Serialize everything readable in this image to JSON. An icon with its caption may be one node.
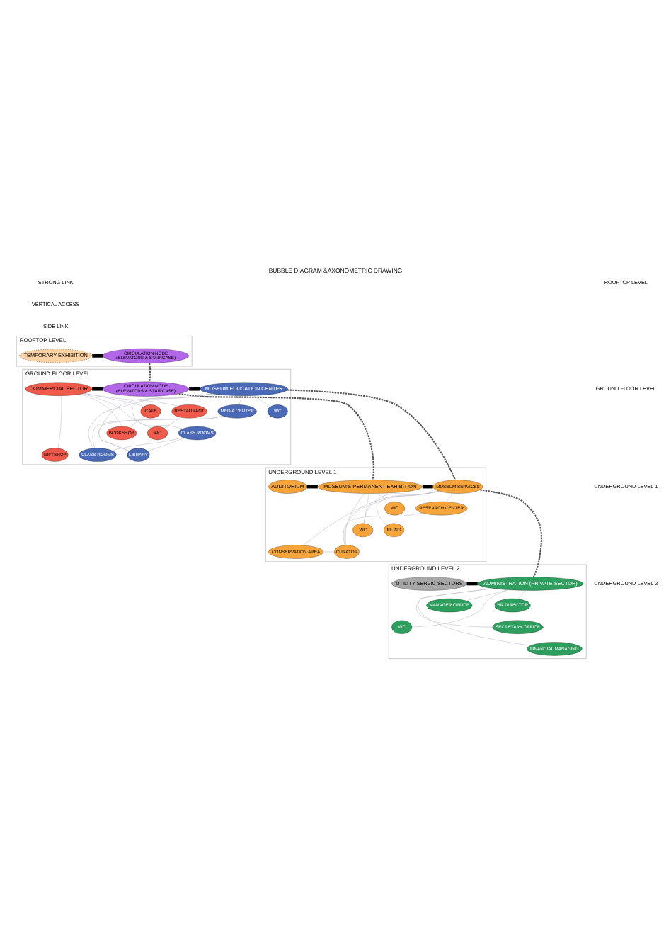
{
  "diagram": {
    "title": "BUBBLE DIAGRAM &AXONOMETRIC DRAWING",
    "nodes": [
      {
        "text": [
          "ROOFTOP LEVEL"
        ]
      },
      {
        "text": [
          "TEMPORARY EXHIBITION"
        ],
        "in": 0
      },
      {
        "text": [
          "CIRCULATION NODE",
          "(ELEVATORS & STAIRCASE)"
        ],
        "in": 0
      },
      {
        "text": [
          "GROUND FLOOR LEVEL"
        ]
      },
      {
        "text": [
          "CAFE"
        ],
        "in": 3
      },
      {
        "text": [
          "BOOKSHOP"
        ],
        "in": 3
      },
      {
        "text": [
          "GIFTSHOP"
        ],
        "in": 3
      },
      {
        "text": [
          "RESTAURANT"
        ],
        "in": 3
      },
      {
        "text": [
          "WC"
        ],
        "in": 3
      },
      {
        "text": [
          "COMMERCIAL SECTOR"
        ],
        "in": 3
      },
      {
        "text": [
          "CIRCULATION NODE",
          "(ELEVATORS & STAIRCASE)"
        ],
        "in": 3
      },
      {
        "text": [
          "CLASS ROOMS"
        ],
        "in": 3
      },
      {
        "text": [
          "MEDIA CENTER"
        ],
        "in": 3
      },
      {
        "text": [
          "CLASS ROOMS"
        ],
        "in": 3
      },
      {
        "text": [
          "MUSEUM EDUCATION CENTER"
        ],
        "in": 3
      },
      {
        "text": [
          "LIBRARY"
        ],
        "in": 3
      },
      {
        "text": [
          "WC"
        ],
        "in": 3
      },
      {
        "text": [
          "UNDERGROUND LEVEL 1"
        ]
      },
      {
        "text": [
          "AUDITORIUM"
        ],
        "in": 17
      },
      {
        "text": [
          "WC"
        ],
        "in": 17
      },
      {
        "text": [
          "MUSEUM'S PERMANENT EXHIBITION"
        ],
        "in": 17
      },
      {
        "text": [
          "WC"
        ],
        "in": 17
      },
      {
        "text": [
          "MUSEUM SERVICES"
        ],
        "in": 17
      },
      {
        "text": [
          "CONSERVATION AREA"
        ],
        "in": 17
      },
      {
        "text": [
          "RESEARCH CENTER"
        ],
        "in": 17
      },
      {
        "text": [
          "FILING"
        ],
        "in": 17
      },
      {
        "text": [
          "CURATOR"
        ],
        "in": 17
      },
      {
        "text": [
          "UNDERGROUND LEVEL 2"
        ]
      },
      {
        "text": [
          "UTILITY SERVIC SECTORS"
        ],
        "in": 27
      },
      {
        "text": [
          "ADMINISTRATION (PRIVATE SECTOR)"
        ],
        "in": 27
      },
      {
        "text": [
          "MANAGER OFFICE"
        ],
        "in": 27
      },
      {
        "text": [
          "SECRETARY OFFICE"
        ],
        "in": 27
      },
      {
        "text": [
          "FINANCIAL MANAGING"
        ],
        "in": 27
      },
      {
        "text": [
          "HR DIRECTOR"
        ],
        "in": 27
      },
      {
        "text": [
          "WC"
        ],
        "in": 27
      }
    ],
    "edges": [
      {
        "from": 1,
        "to": 2,
        "arrow": "none",
        "style": "thick",
        "color": "#000000"
      },
      {
        "from": 2,
        "to": 10,
        "arrow": "none",
        "style": "dashed",
        "color": "#555555"
      },
      {
        "from": 9,
        "to": 10,
        "arrow": "none",
        "style": "thick",
        "color": "#000000"
      },
      {
        "from": 10,
        "to": 14,
        "arrow": "none",
        "style": "thick",
        "color": "#000000"
      },
      {
        "from": 4,
        "to": 9,
        "arrow": "none"
      },
      {
        "from": 5,
        "to": 9,
        "arrow": "none"
      },
      {
        "from": 6,
        "to": 9,
        "arrow": "none"
      },
      {
        "from": 7,
        "to": 9,
        "arrow": "none"
      },
      {
        "from": 8,
        "to": 9,
        "arrow": "none"
      },
      {
        "from": 4,
        "to": 5,
        "arrow": "none"
      },
      {
        "from": 7,
        "to": 8,
        "arrow": "none"
      },
      {
        "from": 11,
        "to": 14,
        "arrow": "none"
      },
      {
        "from": 12,
        "to": 14,
        "arrow": "none"
      },
      {
        "from": 13,
        "to": 14,
        "arrow": "none"
      },
      {
        "from": 15,
        "to": 14,
        "arrow": "none"
      },
      {
        "from": 16,
        "to": 14,
        "arrow": "none"
      },
      {
        "from": 11,
        "to": 12,
        "arrow": "none"
      },
      {
        "from": 11,
        "to": 13,
        "arrow": "none"
      },
      {
        "from": 11,
        "to": 15,
        "arrow": "none"
      },
      {
        "from": 12,
        "to": 15,
        "arrow": "none"
      },
      {
        "from": 13,
        "to": 15,
        "arrow": "none"
      },
      {
        "from": 10,
        "to": 20,
        "arrow": "none",
        "style": "dashed",
        "color": "#555555"
      },
      {
        "from": 14,
        "to": 22,
        "arrow": "none",
        "style": "dashed",
        "color": "#555555"
      },
      {
        "from": 18,
        "to": 20,
        "arrow": "none",
        "style": "thick",
        "color": "#000000"
      },
      {
        "from": 20,
        "to": 22,
        "arrow": "none",
        "style": "thick",
        "color": "#000000"
      },
      {
        "from": 19,
        "to": 20,
        "arrow": "none"
      },
      {
        "from": 21,
        "to": 20,
        "arrow": "none"
      },
      {
        "from": 21,
        "to": 22,
        "arrow": "none"
      },
      {
        "from": 20,
        "to": 26,
        "arrow": "none"
      },
      {
        "from": 22,
        "to": 23,
        "arrow": "none"
      },
      {
        "from": 22,
        "to": 24,
        "arrow": "none"
      },
      {
        "from": 22,
        "to": 25,
        "arrow": "none"
      },
      {
        "from": 22,
        "to": 26,
        "arrow": "none"
      },
      {
        "from": 23,
        "to": 26,
        "arrow": "none"
      },
      {
        "from": 24,
        "to": 26,
        "arrow": "none"
      },
      {
        "from": 22,
        "to": 29,
        "arrow": "none",
        "style": "dashed",
        "color": "#555555"
      },
      {
        "from": 28,
        "to": 29,
        "arrow": "none",
        "style": "thick",
        "color": "#000000"
      },
      {
        "from": 29,
        "to": 30,
        "arrow": "none"
      },
      {
        "from": 29,
        "to": 31,
        "arrow": "none"
      },
      {
        "from": 29,
        "to": 32,
        "arrow": "none"
      },
      {
        "from": 29,
        "to": 33,
        "arrow": "none"
      },
      {
        "from": 29,
        "to": 34,
        "arrow": "none"
      }
    ],
    "labels": [
      "ROOFTOP LEVEL",
      "GROUND FLOOR LEVEL",
      "UNDERGROUND LEVEL 1",
      "UNDERGROUND LEVEL 2"
    ],
    "legend": [
      {
        "text": "STRONG LINK"
      },
      {
        "text": "VERTICAL ACCESS"
      },
      {
        "text": "SIDE LINK"
      }
    ]
  }
}
